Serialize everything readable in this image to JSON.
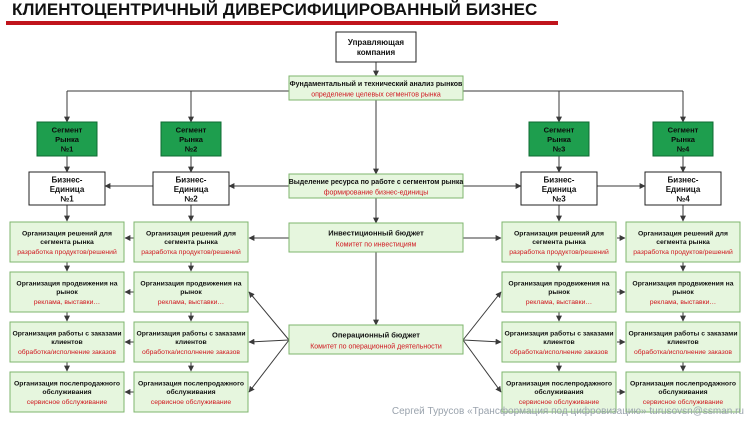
{
  "title": "КЛИЕНТОЦЕНТРИЧНЫЙ ДИВЕРСИФИЦИРОВАННЫЙ БИЗНЕС",
  "credit": "Сергей Турусов «Трансформация под цифровизацию» turusovsn@ssman.ru",
  "colors": {
    "segment_fill": "#1e9e4e",
    "segment_border": "#0f6b33",
    "light_fill": "#e6f6de",
    "light_border": "#7fb56e",
    "center_fill": "#e6f6de",
    "accent_red": "#d0161e",
    "arrow": "#3a3a3a"
  },
  "nodes": {
    "hq": {
      "lines": [
        "Управляющая",
        "компания"
      ]
    },
    "analysis": {
      "lines": [
        "Фундаментальный  и технический анализ рынков"
      ],
      "sub": "определение  целевых сегментов рынка"
    },
    "segments": [
      {
        "lines": [
          "Сегмент",
          "Рынка",
          "№1"
        ]
      },
      {
        "lines": [
          "Сегмент",
          "Рынка",
          "№2"
        ]
      },
      {
        "lines": [
          "Сегмент",
          "Рынка",
          "№3"
        ]
      },
      {
        "lines": [
          "Сегмент",
          "Рынка",
          "№4"
        ]
      }
    ],
    "resource": {
      "lines": [
        "Выделение ресурса по работе с сегментом рынка"
      ],
      "sub": "формирование бизнес-единицы"
    },
    "units": [
      {
        "lines": [
          "Бизнес-",
          "Единица",
          "№1"
        ]
      },
      {
        "lines": [
          "Бизнес-",
          "Единица",
          "№2"
        ]
      },
      {
        "lines": [
          "Бизнес-",
          "Единица",
          "№3"
        ]
      },
      {
        "lines": [
          "Бизнес-",
          "Единица",
          "№4"
        ]
      }
    ],
    "invest": {
      "lines": [
        "Инвестиционный  бюджет"
      ],
      "sub": "Комитет по инвестициям"
    },
    "opbudget": {
      "lines": [
        "Операционный  бюджет"
      ],
      "sub": "Комитет по операционной деятельности"
    },
    "column_rows": [
      {
        "lines": [
          "Организация  решений для",
          "сегмента рынка"
        ],
        "sub": "разработка продуктов/решений"
      },
      {
        "lines": [
          "Организация  продвижения на",
          "рынок"
        ],
        "sub": "реклама, выставки…"
      },
      {
        "lines": [
          "Организация  работы с заказами",
          "клиентов"
        ],
        "sub": "обработка/исполнение заказов"
      },
      {
        "lines": [
          "Организация  послепродажного",
          "обслуживания"
        ],
        "sub": "сервисное обслуживание"
      }
    ]
  }
}
